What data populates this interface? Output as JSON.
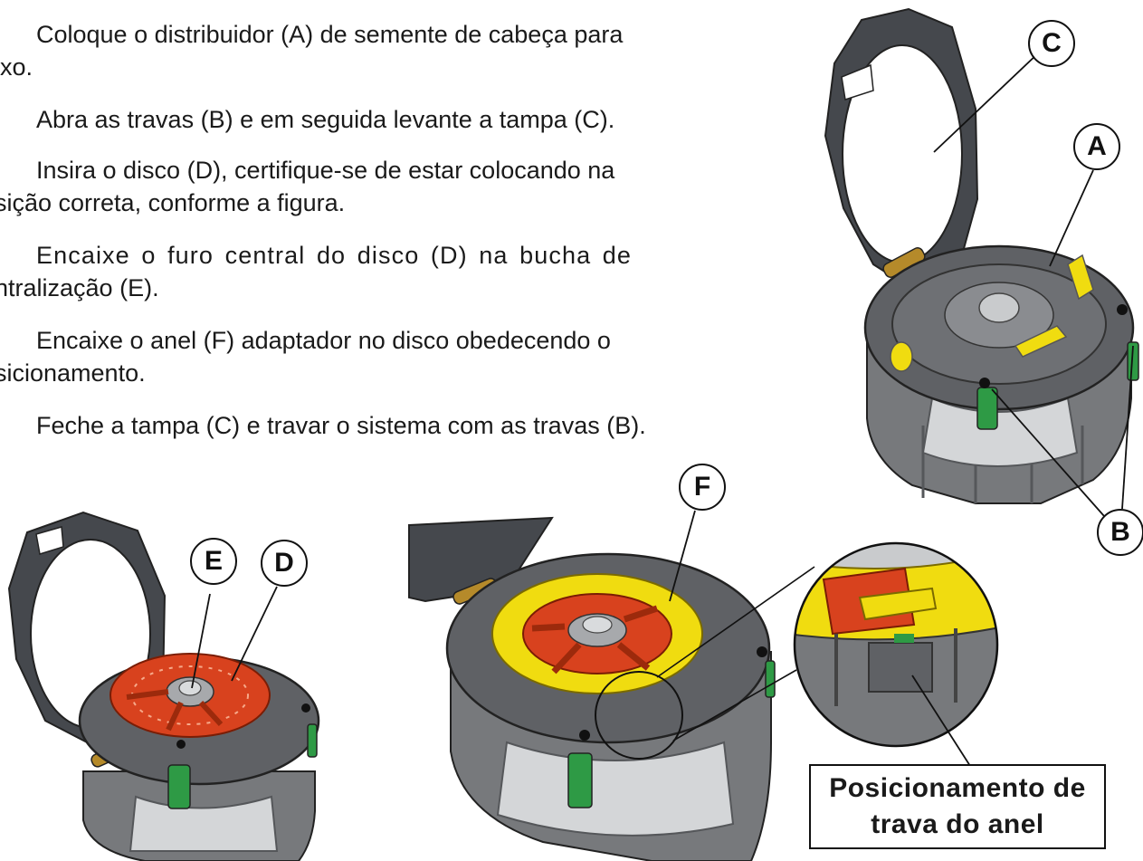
{
  "instructions": [
    {
      "line1": "Coloque o distribuidor (A) de semente de cabeça para",
      "line2": "ixo."
    },
    {
      "line1": "Abra as travas (B) e em seguida levante a tampa (C)."
    },
    {
      "line1": "Insira o disco (D), certifique-se de estar colocando na",
      "line2": "sição correta, conforme a figura."
    },
    {
      "line1": "Encaixe o furo central do disco (D) na bucha de",
      "line2": "ntralização (E)."
    },
    {
      "line1": "Encaixe o anel (F) adaptador no disco obedecendo o",
      "line2": "sicionamento."
    },
    {
      "line1": "Feche a tampa (C) e travar o sistema com as travas (B)."
    }
  ],
  "callouts": {
    "a": "A",
    "b": "B",
    "c": "C",
    "d": "D",
    "e": "E",
    "f": "F"
  },
  "caption": {
    "line1": "Posicionamento de",
    "line2": "trava do anel"
  },
  "colors": {
    "housing": "#77797c",
    "housing_dark": "#55575a",
    "lid": "#45484d",
    "seed_disc": "#d8421e",
    "adapter_ring": "#f0dc10",
    "latch": "#2e9a45"
  }
}
